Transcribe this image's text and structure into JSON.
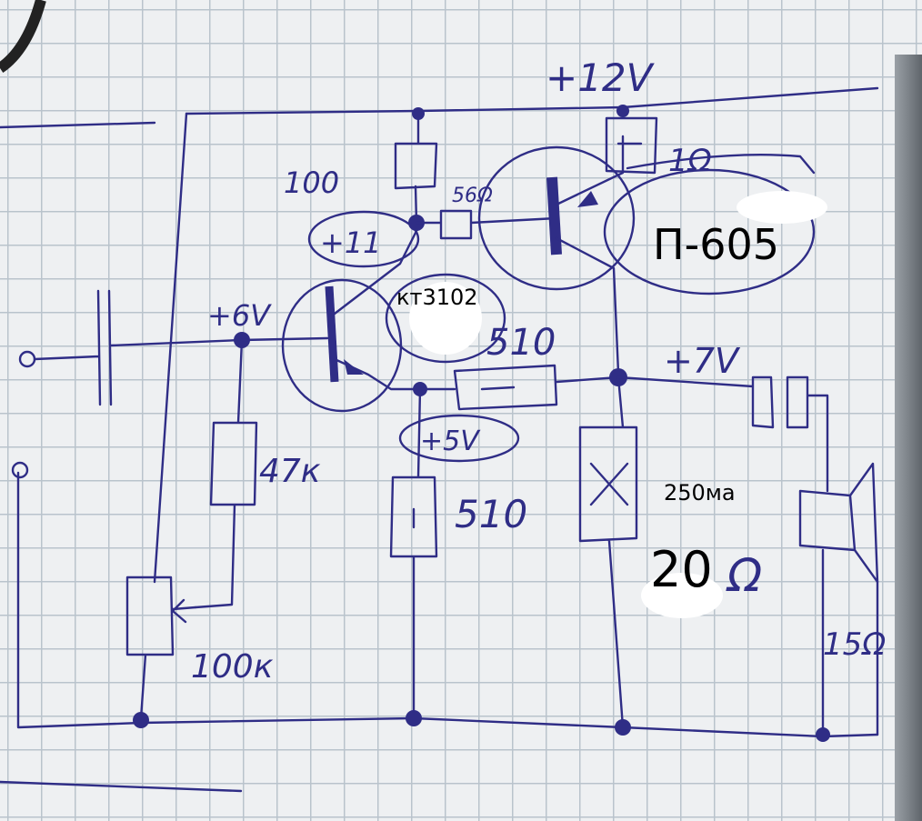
{
  "labels": {
    "supply": "+12V",
    "r_emitter": "1Ω",
    "r_top": "100",
    "r_base": "56Ω",
    "v_node11": "+11",
    "v_base": "+6V",
    "q1": "кт3102",
    "q2": "П-605",
    "r_feedback": "510",
    "v_out": "+7V",
    "v_emitter": "+5V",
    "r_bias": "47к",
    "r_em": "510",
    "current": "250мa",
    "load": "20",
    "load_unit": "Ω",
    "pot": "100к",
    "speaker": "15Ω"
  },
  "colors": {
    "ink": "#2f2d86",
    "grid": "#b9c3cc",
    "paper": "#eef0f2"
  }
}
